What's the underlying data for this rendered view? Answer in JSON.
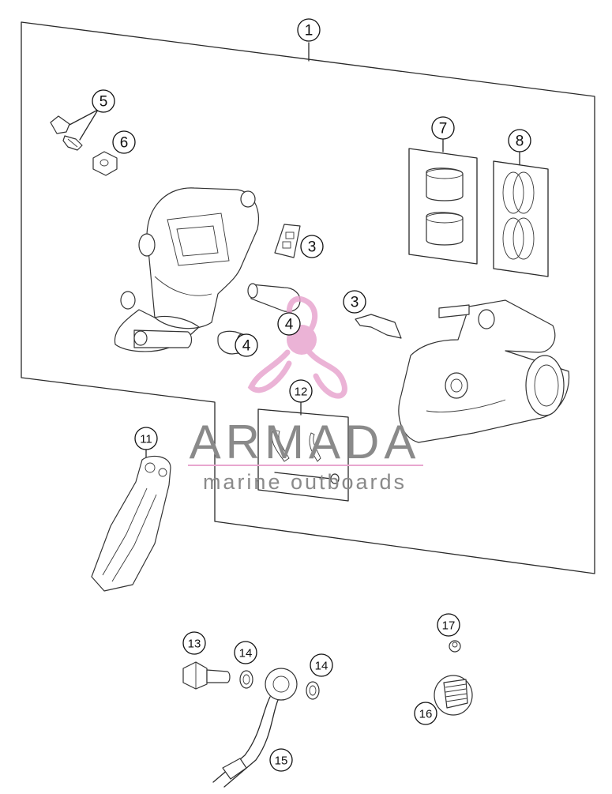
{
  "diagram": {
    "callouts": [
      {
        "num": "1"
      },
      {
        "num": "3"
      },
      {
        "num": "3"
      },
      {
        "num": "4"
      },
      {
        "num": "4"
      },
      {
        "num": "5"
      },
      {
        "num": "6"
      },
      {
        "num": "7"
      },
      {
        "num": "8"
      },
      {
        "num": "11"
      },
      {
        "num": "12"
      },
      {
        "num": "13"
      },
      {
        "num": "14"
      },
      {
        "num": "14"
      },
      {
        "num": "15"
      },
      {
        "num": "16"
      },
      {
        "num": "17"
      }
    ]
  },
  "watermark": {
    "brand": "ARMADA",
    "tagline": "marine outboards",
    "logo_color": "#e8a6cf",
    "text_color": "#8a8a8a"
  }
}
